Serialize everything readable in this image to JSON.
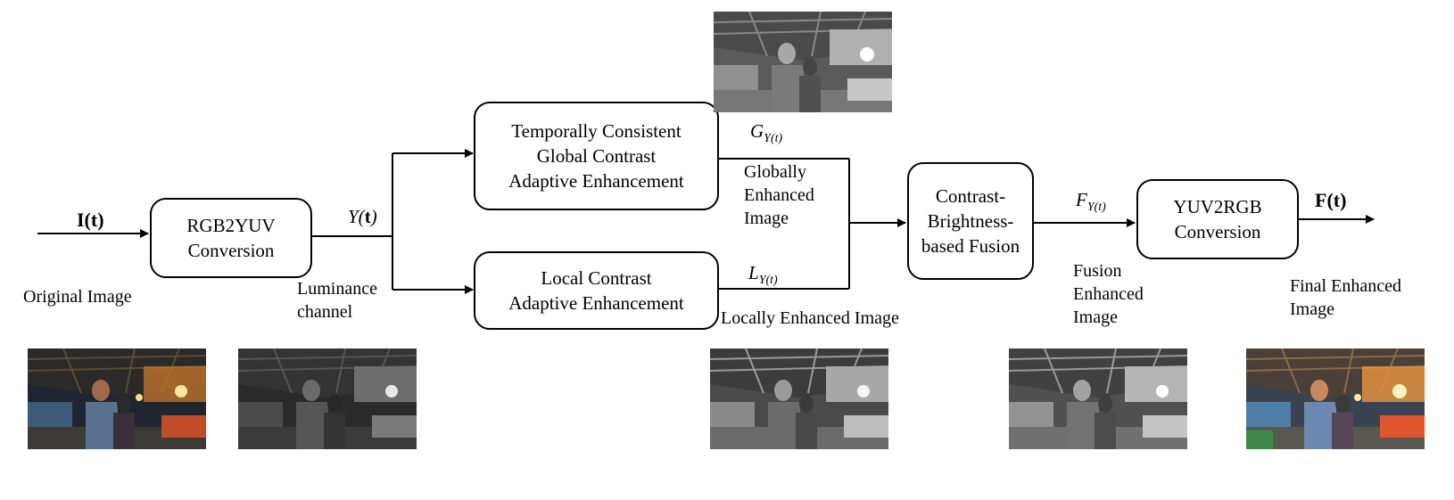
{
  "boxes": {
    "rgb2yuv": "RGB2YUV\nConversion",
    "global": "Temporally Consistent\nGlobal Contrast\nAdaptive Enhancement",
    "local": "Local Contrast\nAdaptive Enhancement",
    "fusion": "Contrast-\nBrightness-\nbased Fusion",
    "yuv2rgb": "YUV2RGB\nConversion"
  },
  "signals": {
    "input": "I(t)",
    "y_main": "Y(",
    "y_arg": "t",
    "y_close": ")",
    "g_main": "G",
    "g_sub": "Y(t)",
    "l_main": "L",
    "l_sub": "Y(t)",
    "f_main": "F",
    "f_sub": "Y(t)",
    "output": "F(t)"
  },
  "captions": {
    "original": "Original Image",
    "luminance": "Luminance\nchannel",
    "globally": "Globally\nEnhanced\nImage",
    "locally": "Locally Enhanced Image",
    "fusion": "Fusion\nEnhanced\nImage",
    "final": "Final Enhanced\nImage"
  },
  "colors": {
    "line": "#000000",
    "color_photo_warm": "#c8782c",
    "color_photo_dark": "#1f2530"
  }
}
